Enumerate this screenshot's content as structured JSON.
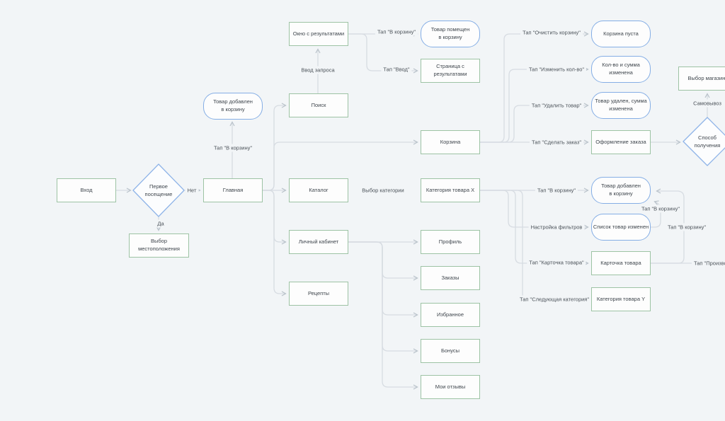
{
  "diagram": {
    "colors": {
      "background": "#f2f5f7",
      "rect_border": "#9dc3a4",
      "stadium_border": "#85aee5",
      "diamond_border": "#8fb4e8",
      "edge_line": "#d7dce2",
      "text": "#3f464d"
    },
    "nodes": {
      "vhod": "Вход",
      "pervoe_poseshchenie": "Первое\nпосещение",
      "glavnaya": "Главная",
      "vybor_mestopolozheniya": "Выбор местоположения",
      "tovar_dobavlen_glavnaya": "Товар добавлен\nв корзину",
      "poisk": "Поиск",
      "okno_s_rezultatami": "Окно с результатами",
      "tovar_pomeshchen": "Товар помещен\nв корзину",
      "stranitsa_s_rezultatami": "Страница с результатами",
      "korzina": "Корзина",
      "korzina_pusta": "Корзина пуста",
      "kolvo_i_summa_izmenena": "Кол-во и сумма\nизменена",
      "tovar_udalen_summa_izmenena": "Товар удален, сумма\nизменена",
      "oformlenie_zakaza": "Оформление заказа",
      "sposob_polucheniya": "Способ\nполучения",
      "vybor_magazina": "Выбор магазина",
      "katalog": "Каталог",
      "kategoriya_tovara_x": "Категория товара X",
      "tovar_dobavlen_kategoriya": "Товар добавлен\nв корзину",
      "spisok_tovar_izmenen": "Список товар изменен",
      "kartochka_tovara": "Карточка товара",
      "kategoriya_tovara_y": "Категория товара Y",
      "lichnyi_kabinet": "Личный кабинет",
      "profil": "Профиль",
      "zakazy": "Заказы",
      "recepty": "Рецепты",
      "izbrannoe": "Избранное",
      "bonusy": "Бонусы",
      "moi_otzyvy": "Мои отзывы"
    },
    "edge_labels": {
      "net": "Нет",
      "da": "Да",
      "tap_v_korzinu_1": "Тап \"В корзину\"",
      "vvod_zaprosa": "Ввод запроса",
      "tap_v_korzinu_2": "Тап \"В корзину\"",
      "tap_vvod": "Тап \"Ввод\"",
      "vybor_kategorii": "Выбор категории",
      "tap_ochistit_korzinu": "Тап \"Очистить корзину\"",
      "tap_izmenit_kolvo": "Тап \"Изменить кол-во\"",
      "tap_udalit_tovar": "Тап \"Удалить товар\"",
      "tap_sdelat_zakaz": "Тап \"Сделать заказ\"",
      "tap_v_korzinu_3": "Тап \"В корзину\"",
      "nastroyka_filtrov": "Настройка фильтров",
      "tap_kartochka_tovara": "Тап \"Карточка товара\"",
      "tap_sleduyushchaya_kategoriya": "Тап \"Следующая категория\"",
      "tap_v_korzinu_4": "Тап \"В корзину\"",
      "tap_v_korzinu_5": "Тап \"В корзину\"",
      "tap_proizvoditel": "Тап \"Производите",
      "samovyvoz": "Самовывоз"
    }
  }
}
